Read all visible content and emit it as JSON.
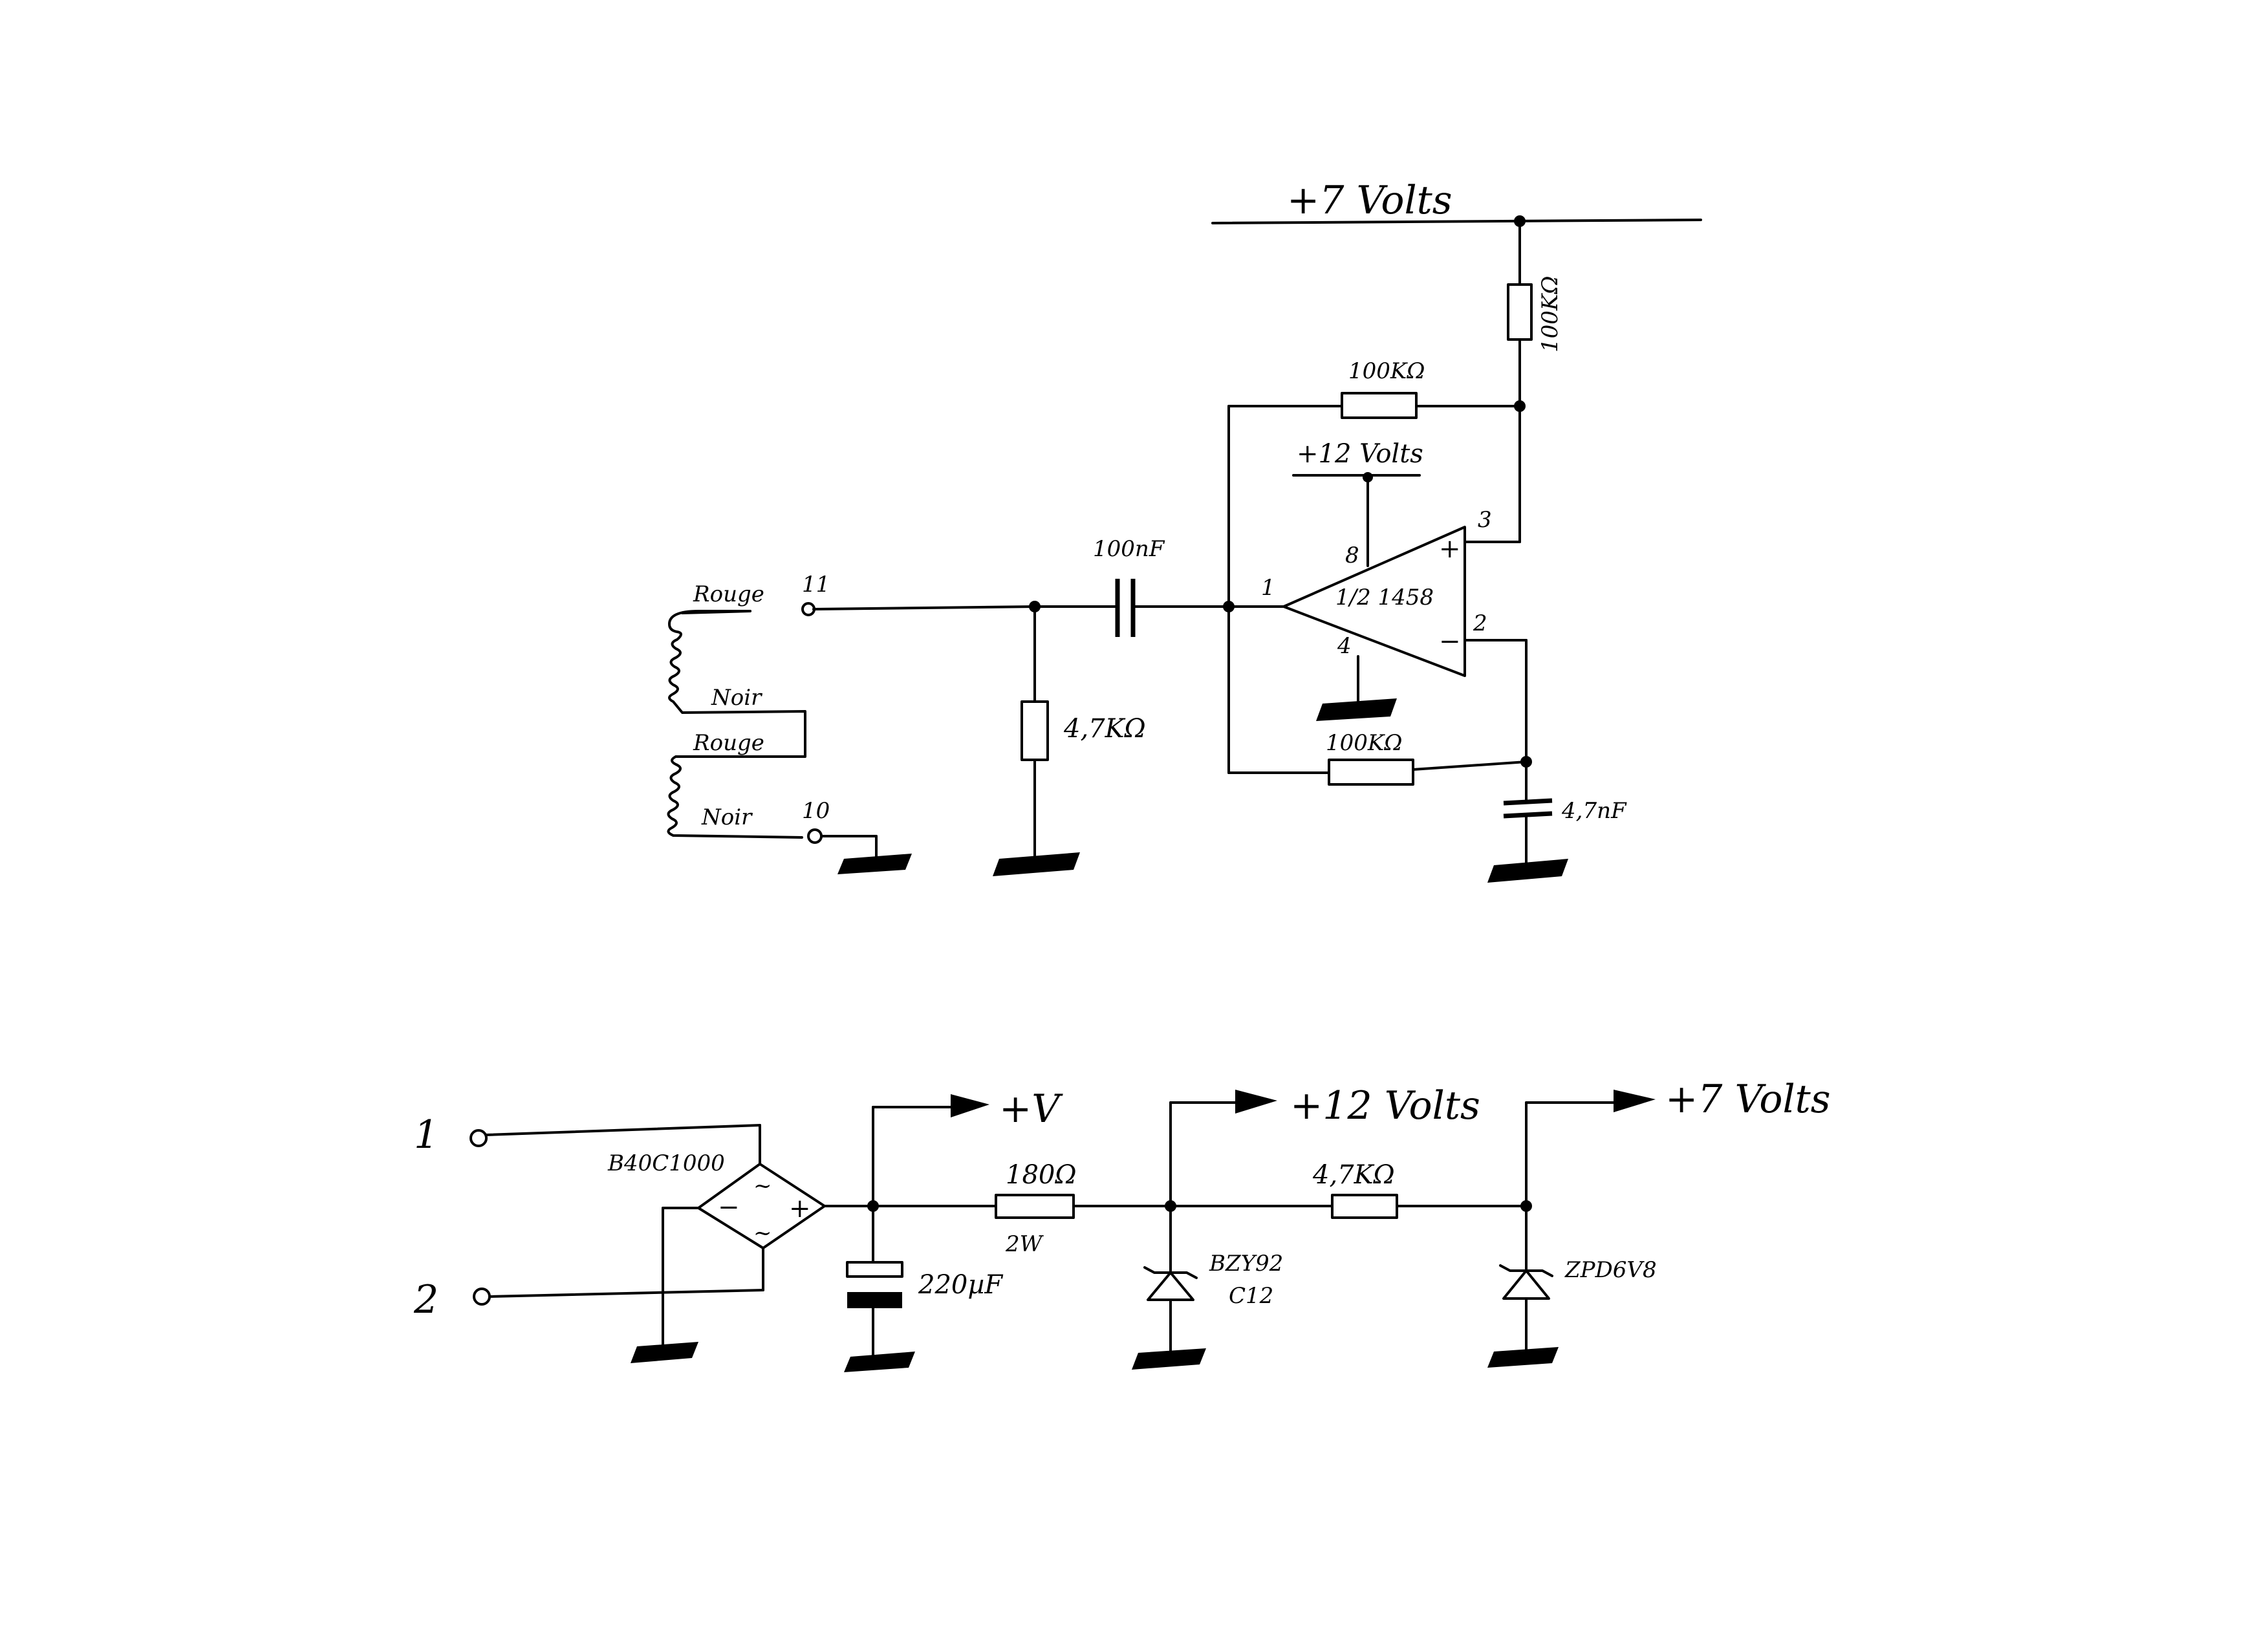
{
  "amplifier": {
    "rail_7v": "+7 Volts",
    "rail_12v": "+12 Volts",
    "r_pullup": "100KΩ",
    "r_feedback_top": "100KΩ",
    "r_feedback_bottom": "100KΩ",
    "r_input": "4,7KΩ",
    "c_coupling": "100nF",
    "c_bypass": "4,7nF",
    "opamp_label": "1/2 1458",
    "pin_1": "1",
    "pin_2": "2",
    "pin_3": "3",
    "pin_4": "4",
    "pin_8": "8",
    "plus_sign": "+",
    "minus_sign": "−",
    "coil_top_label": "Rouge",
    "coil_top_end": "Noir",
    "coil_bottom_label": "Rouge",
    "coil_bottom_end": "Noir",
    "terminal_11": "11",
    "terminal_10": "10"
  },
  "power_supply": {
    "input_1": "1",
    "input_2": "2",
    "bridge": "B40C1000",
    "bridge_minus": "−",
    "bridge_plus": "+",
    "bridge_ac_top": "~",
    "bridge_ac_bottom": "~",
    "cap_filter": "220µF",
    "out_v": "+V",
    "r_series_1": "180Ω",
    "r_series_1_power": "2W",
    "zener_1_line1": "BZY92",
    "zener_1_line2": "C12",
    "out_12v": "+12 Volts",
    "r_series_2": "4,7KΩ",
    "zener_2": "ZPD6V8",
    "out_7v": "+7 Volts"
  }
}
